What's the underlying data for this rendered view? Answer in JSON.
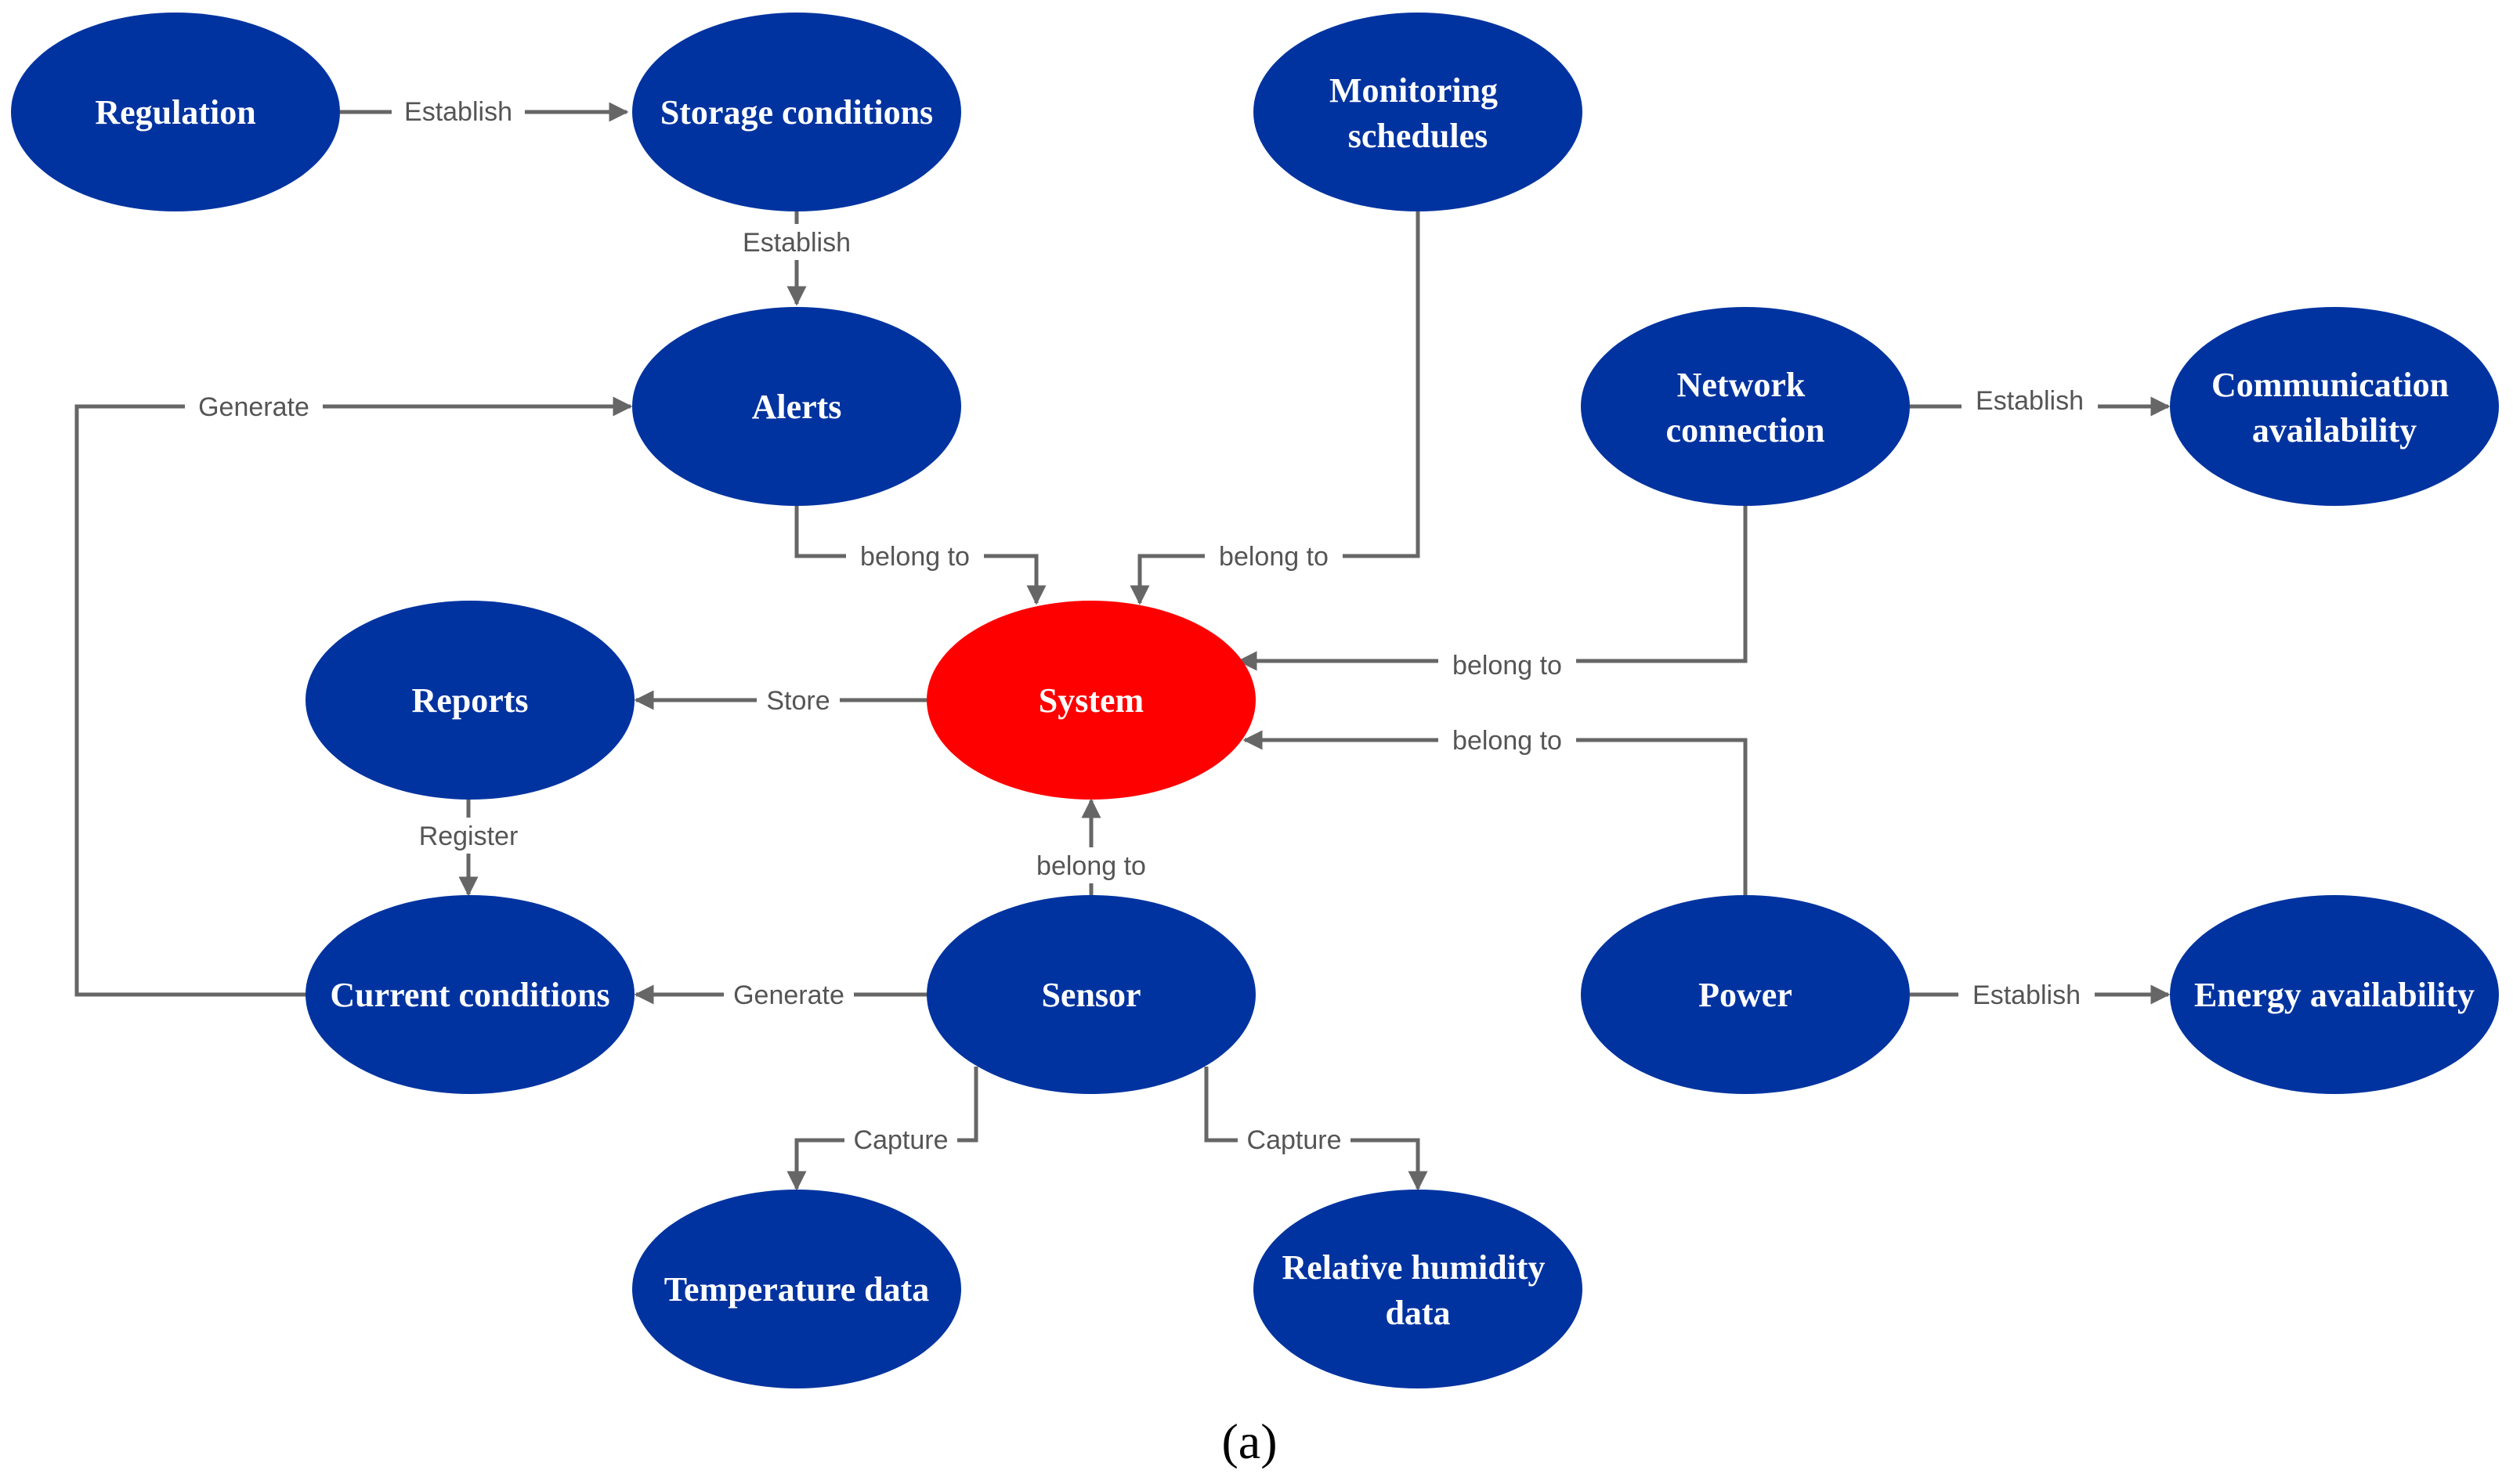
{
  "colors": {
    "node": "#0033a0",
    "central_node": "#ff0000",
    "node_text": "#ffffff",
    "edge": "#666666",
    "edge_label": "#555555"
  },
  "nodes": {
    "regulation": "Regulation",
    "storage_conditions": "Storage conditions",
    "monitoring_schedules": [
      "Monitoring",
      "schedules"
    ],
    "alerts": "Alerts",
    "network_connection": [
      "Network",
      "connection"
    ],
    "communication_availability": [
      "Communication",
      "availability"
    ],
    "reports": "Reports",
    "system": "System",
    "current_conditions": "Current conditions",
    "sensor": "Sensor",
    "power": "Power",
    "energy_availability": "Energy availability",
    "temperature_data": "Temperature data",
    "relative_humidity_data": [
      "Relative humidity",
      "data"
    ]
  },
  "edges": {
    "regulation_storage": "Establish",
    "storage_alerts": "Establish",
    "current_alerts": "Generate",
    "alerts_system": "belong to",
    "monitoring_system": "belong to",
    "network_communication": "Establish",
    "network_system": "belong to",
    "system_reports": "Store",
    "power_system": "belong to",
    "reports_current": "Register",
    "sensor_system": "belong to",
    "sensor_current": "Generate",
    "power_energy": "Establish",
    "sensor_temperature": "Capture",
    "sensor_humidity": "Capture"
  },
  "caption": "(a)"
}
